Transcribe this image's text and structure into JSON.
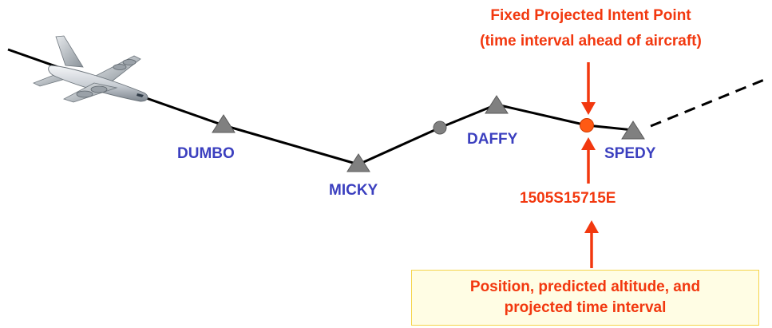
{
  "callout": {
    "title_line1": "Fixed Projected Intent Point",
    "title_line2": "(time interval ahead of aircraft)",
    "position_report": "1505S15715E",
    "box_line1": "Position, predicted altitude, and",
    "box_line2": "projected time interval"
  },
  "waypoints": {
    "dumbo": "DUMBO",
    "micky": "MICKY",
    "daffy": "DAFFY",
    "spedy": "SPEDY"
  },
  "colors": {
    "waypoint_label": "#3b3fbf",
    "callout_text": "#f2380f",
    "arrow": "#f2380f",
    "intent_point": "#ff5a14",
    "waypoint_marker": "#808080",
    "route_line": "#000000",
    "box_border": "#f5d44a",
    "box_fill": "#fffde4"
  },
  "icons": {
    "aircraft": "jet-airliner-icon",
    "waypoint": "triangle-marker",
    "reporting_point": "circle-marker",
    "intent_point": "orange-dot"
  }
}
